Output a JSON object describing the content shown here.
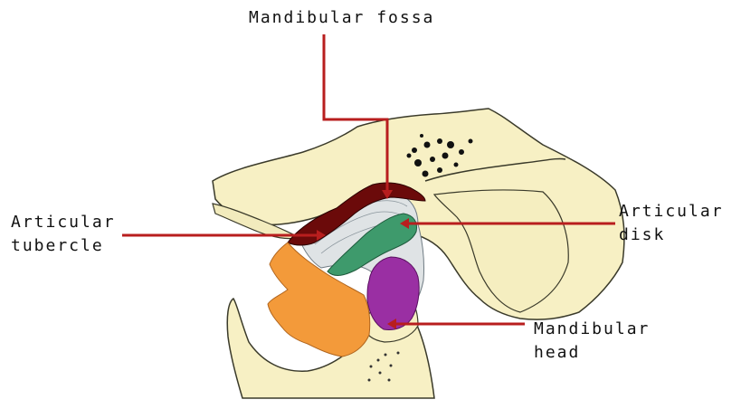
{
  "labels": {
    "mandibular_fossa": "Mandibular fossa",
    "articular_tubercle_line1": "Articular",
    "articular_tubercle_line2": "tubercle",
    "articular_disk_line1": "Articular",
    "articular_disk_line2": "disk",
    "mandibular_head_line1": "Mandibular",
    "mandibular_head_line2": "head"
  },
  "colors": {
    "bone": "#f7f0c4",
    "bone_outline": "#3a3a2a",
    "mandibular_fossa": "#6b0a0a",
    "articular_disk": "#3e9a6c",
    "mandibular_head": "#9a2fa3",
    "muscle": "#f39a3a",
    "pointer": "#b81e1e",
    "membrane": "#9aa7b0"
  }
}
